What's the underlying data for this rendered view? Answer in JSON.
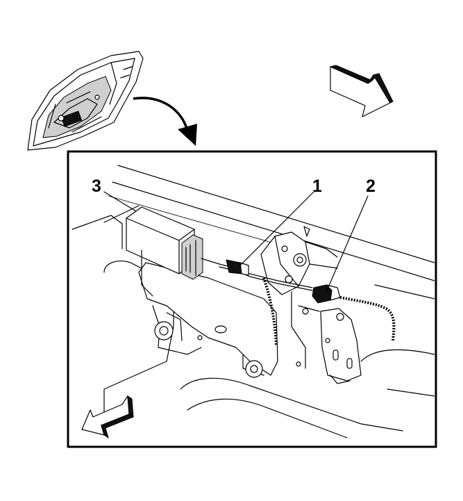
{
  "callouts": {
    "label_1": "1",
    "label_2": "2",
    "label_3": "3"
  },
  "colors": {
    "line": "#000000",
    "background": "#ffffff",
    "shade": "#cfcfcf"
  }
}
